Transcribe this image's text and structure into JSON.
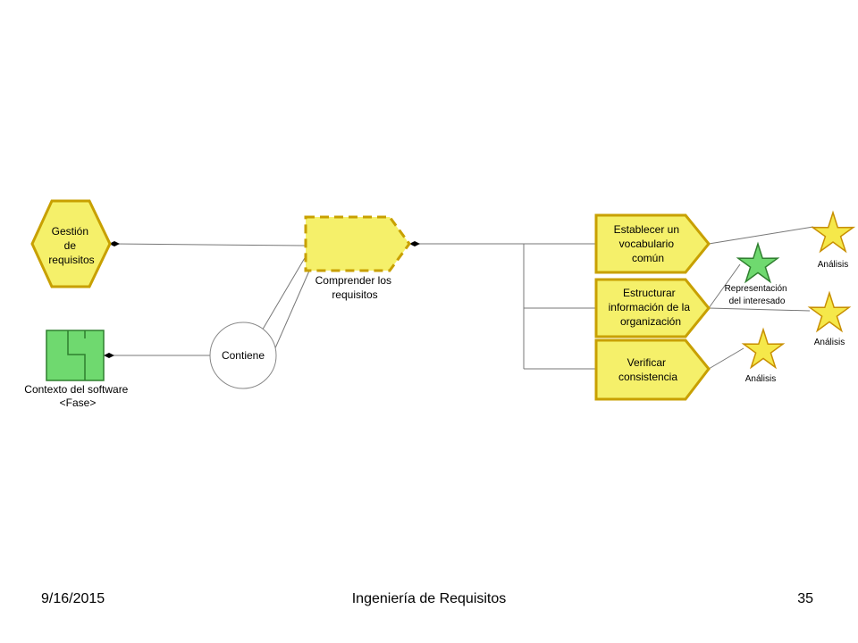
{
  "colors": {
    "yellow_fill": "#f5f06a",
    "yellow_stroke": "#c8a000",
    "green_fill": "#6fd96f",
    "green_stroke": "#2f7f2f",
    "star_yellow": "#f5e84a",
    "star_stroke": "#c88f00",
    "line": "#777777"
  },
  "diagram": {
    "gestion": [
      "Gestión",
      "de",
      "requisitos"
    ],
    "contexto": [
      "Contexto del software",
      "<Fase>"
    ],
    "contiene": "Contiene",
    "comprender": [
      "Comprender los",
      "requisitos"
    ],
    "tasks": [
      [
        "Establecer un",
        "vocabulario",
        "común"
      ],
      [
        "Estructurar",
        "información de la",
        "organización"
      ],
      [
        "Verificar",
        "consistencia"
      ]
    ],
    "stars": [
      {
        "label": [
          "Análisis"
        ],
        "color": "yellow"
      },
      {
        "label": [
          "Representación",
          "del interesado"
        ],
        "color": "green"
      },
      {
        "label": [
          "Análisis"
        ],
        "color": "yellow"
      },
      {
        "label": [
          "Análisis"
        ],
        "color": "yellow"
      }
    ]
  },
  "footer": {
    "date": "9/16/2015",
    "title": "Ingeniería de Requisitos",
    "page": "35"
  }
}
